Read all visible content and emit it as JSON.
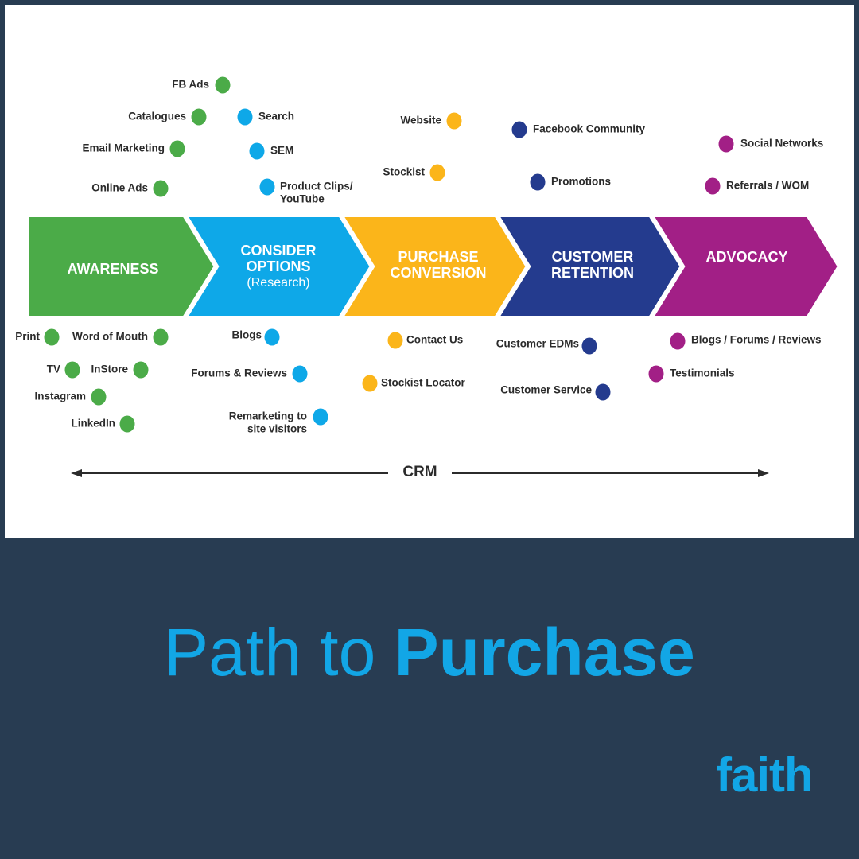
{
  "colors": {
    "awareness": "#4bab48",
    "consider": "#0ea8e8",
    "purchase": "#fbb51a",
    "retention": "#243b8e",
    "advocacy": "#a21f86",
    "background": "#283c52",
    "accent": "#12a6e6"
  },
  "stages": [
    {
      "title": [
        "AWARENESS"
      ],
      "subtitle": "",
      "color_key": "awareness"
    },
    {
      "title": [
        "CONSIDER",
        "OPTIONS"
      ],
      "subtitle": "(Research)",
      "color_key": "consider"
    },
    {
      "title": [
        "PURCHASE",
        "CONVERSION"
      ],
      "subtitle": "",
      "color_key": "purchase"
    },
    {
      "title": [
        "CUSTOMER",
        "RETENTION"
      ],
      "subtitle": "",
      "color_key": "retention"
    },
    {
      "title": [
        "ADVOCACY"
      ],
      "subtitle": "",
      "color_key": "advocacy"
    }
  ],
  "touchpoints": [
    {
      "lines": [
        "FB Ads"
      ],
      "stage": 0
    },
    {
      "lines": [
        "Catalogues"
      ],
      "stage": 0
    },
    {
      "lines": [
        "Email Marketing"
      ],
      "stage": 0
    },
    {
      "lines": [
        "Online Ads"
      ],
      "stage": 0
    },
    {
      "lines": [
        "Print"
      ],
      "stage": 0
    },
    {
      "lines": [
        "Word of Mouth"
      ],
      "stage": 0
    },
    {
      "lines": [
        "TV"
      ],
      "stage": 0
    },
    {
      "lines": [
        "InStore"
      ],
      "stage": 0
    },
    {
      "lines": [
        "Instagram"
      ],
      "stage": 0
    },
    {
      "lines": [
        "LinkedIn"
      ],
      "stage": 0
    },
    {
      "lines": [
        "Search"
      ],
      "stage": 1
    },
    {
      "lines": [
        "SEM"
      ],
      "stage": 1
    },
    {
      "lines": [
        "Product Clips/",
        "YouTube"
      ],
      "stage": 1
    },
    {
      "lines": [
        "Blogs"
      ],
      "stage": 1
    },
    {
      "lines": [
        "Forums & Reviews"
      ],
      "stage": 1
    },
    {
      "lines": [
        "Remarketing to",
        "site visitors"
      ],
      "stage": 1
    },
    {
      "lines": [
        "Website"
      ],
      "stage": 2
    },
    {
      "lines": [
        "Stockist"
      ],
      "stage": 2
    },
    {
      "lines": [
        "Contact Us"
      ],
      "stage": 2
    },
    {
      "lines": [
        "Stockist Locator"
      ],
      "stage": 2
    },
    {
      "lines": [
        "Facebook Community"
      ],
      "stage": 3
    },
    {
      "lines": [
        "Promotions"
      ],
      "stage": 3
    },
    {
      "lines": [
        "Customer EDMs"
      ],
      "stage": 3
    },
    {
      "lines": [
        "Customer Service"
      ],
      "stage": 3
    },
    {
      "lines": [
        "Social Networks"
      ],
      "stage": 4
    },
    {
      "lines": [
        "Referrals / WOM"
      ],
      "stage": 4
    },
    {
      "lines": [
        "Blogs / Forums / Reviews"
      ],
      "stage": 4
    },
    {
      "lines": [
        "Testimonials"
      ],
      "stage": 4
    }
  ],
  "crm_label": "CRM",
  "title": {
    "light": "Path to",
    "bold": "Purchase"
  },
  "brand": "faith"
}
